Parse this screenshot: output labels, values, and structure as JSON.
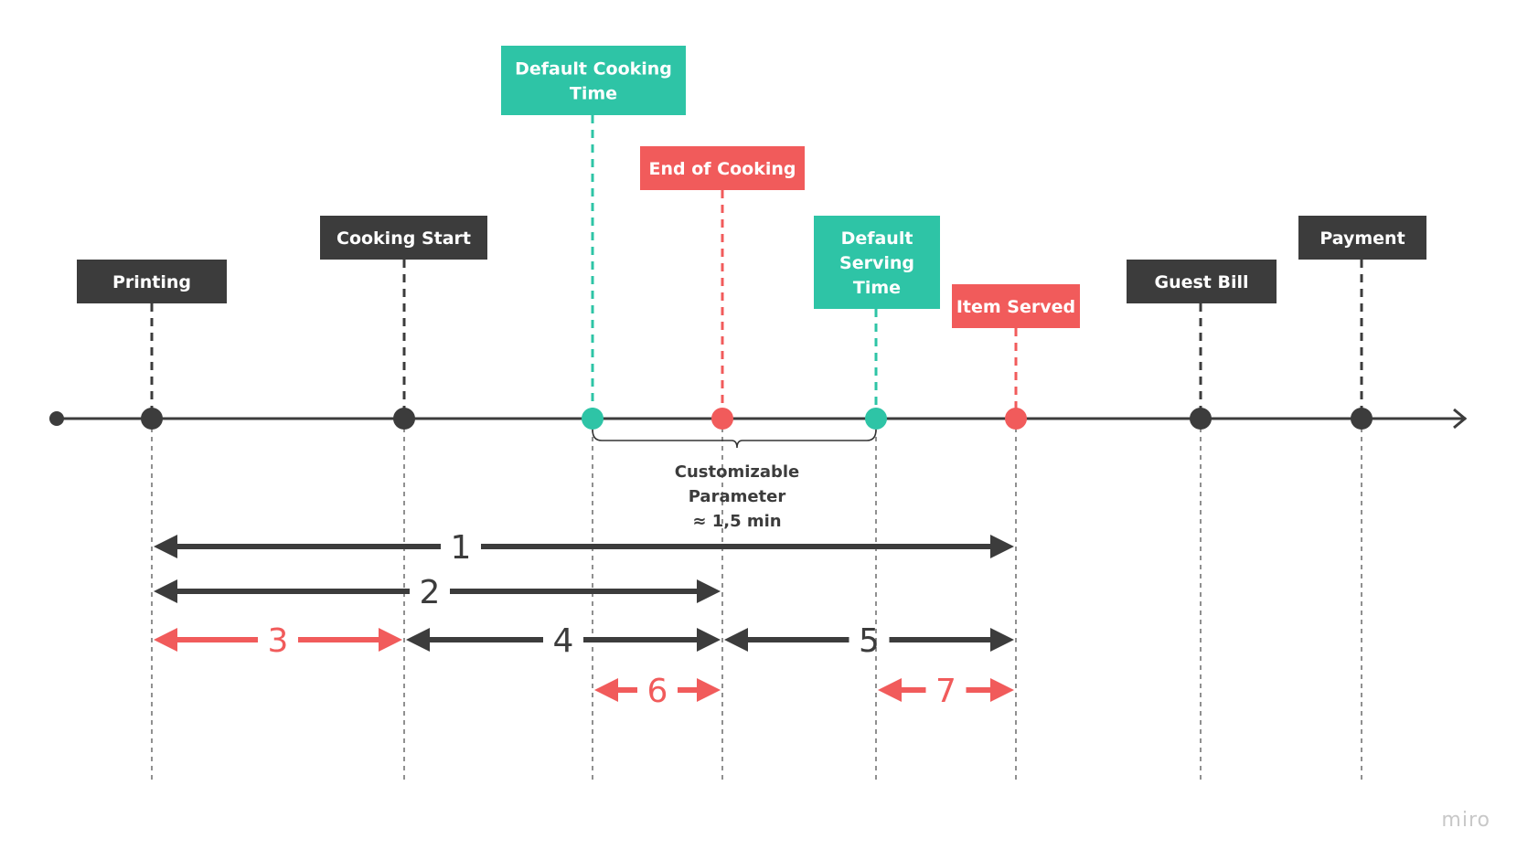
{
  "colors": {
    "dark": "#3c3c3c",
    "teal": "#2ec4a6",
    "red": "#f15b5b",
    "white": "#ffffff"
  },
  "events": [
    {
      "id": "printing",
      "lines": [
        "Printing"
      ],
      "color": "dark"
    },
    {
      "id": "cooking-start",
      "lines": [
        "Cooking Start"
      ],
      "color": "dark"
    },
    {
      "id": "default-cooking-time",
      "lines": [
        "Default Cooking",
        "Time"
      ],
      "color": "teal"
    },
    {
      "id": "end-of-cooking",
      "lines": [
        "End of Cooking"
      ],
      "color": "red"
    },
    {
      "id": "default-serving-time",
      "lines": [
        "Default",
        "Serving",
        "Time"
      ],
      "color": "teal"
    },
    {
      "id": "item-served",
      "lines": [
        "Item Served"
      ],
      "color": "red"
    },
    {
      "id": "guest-bill",
      "lines": [
        "Guest Bill"
      ],
      "color": "dark"
    },
    {
      "id": "payment",
      "lines": [
        "Payment"
      ],
      "color": "dark"
    }
  ],
  "brace_note": {
    "lines": [
      "Customizable",
      "Parameter",
      "≈ 1,5 min"
    ]
  },
  "intervals": [
    {
      "label": "1",
      "from": "printing",
      "to": "item-served",
      "color": "dark"
    },
    {
      "label": "2",
      "from": "printing",
      "to": "end-of-cooking",
      "color": "dark"
    },
    {
      "label": "3",
      "from": "printing",
      "to": "cooking-start",
      "color": "red"
    },
    {
      "label": "4",
      "from": "cooking-start",
      "to": "end-of-cooking",
      "color": "dark"
    },
    {
      "label": "5",
      "from": "end-of-cooking",
      "to": "item-served",
      "color": "dark"
    },
    {
      "label": "6",
      "from": "default-cooking-time",
      "to": "end-of-cooking",
      "color": "red"
    },
    {
      "label": "7",
      "from": "default-serving-time",
      "to": "item-served",
      "color": "red"
    }
  ],
  "watermark": "miro"
}
